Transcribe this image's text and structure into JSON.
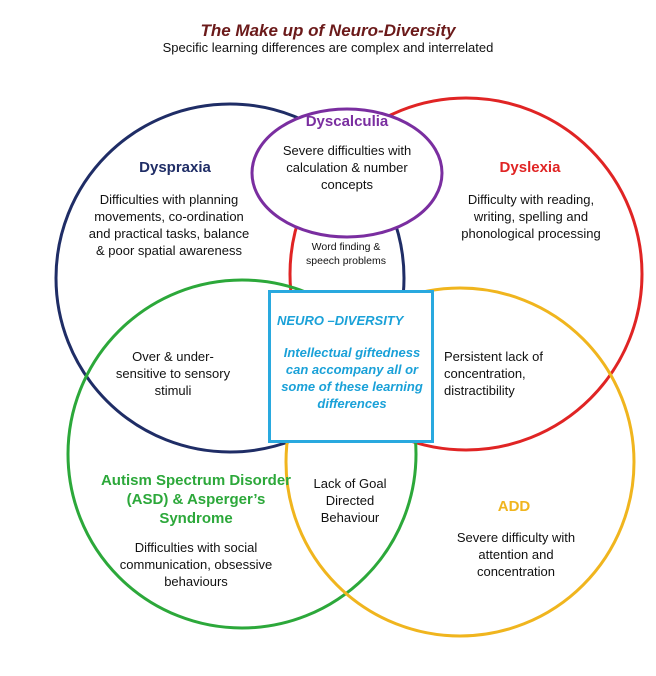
{
  "title": "The Make up of Neuro-Diversity",
  "subtitle": "Specific learning differences are complex and interrelated",
  "colors": {
    "dyspraxia": "#1f2d66",
    "dyscalculia": "#7a2ea0",
    "dyslexia": "#e02424",
    "asd": "#2ca83a",
    "add": "#f0b51e",
    "center": "#29a9df",
    "title": "#6b1a1a"
  },
  "circles": {
    "dyspraxia": {
      "name": "Dyspraxia",
      "description": "Difficulties with planning movements, co-ordination and practical tasks, balance & poor spatial awareness"
    },
    "dyscalculia": {
      "name": "Dyscalculia",
      "description": "Severe difficulties with calculation & number concepts"
    },
    "dyslexia": {
      "name": "Dyslexia",
      "description": "Difficulty with reading, writing, spelling and phonological processing"
    },
    "asd": {
      "name": "Autism Spectrum Disorder (ASD) & Asperger’s Syndrome",
      "description": "Difficulties with social communication, obsessive behaviours"
    },
    "add": {
      "name": "ADD",
      "description": "Severe difficulty with attention and concentration"
    }
  },
  "overlaps": {
    "dyspraxia_dyslexia": "Word finding & speech problems",
    "dyspraxia_asd": "Over & under-sensitive to sensory stimuli",
    "dyslexia_add": "Persistent lack of concentration, distractibility",
    "asd_add": "Lack of Goal Directed Behaviour"
  },
  "center": {
    "title": "NEURO –DIVERSITY",
    "text": "Intellectual giftedness can accompany all or some of these learning differences"
  }
}
